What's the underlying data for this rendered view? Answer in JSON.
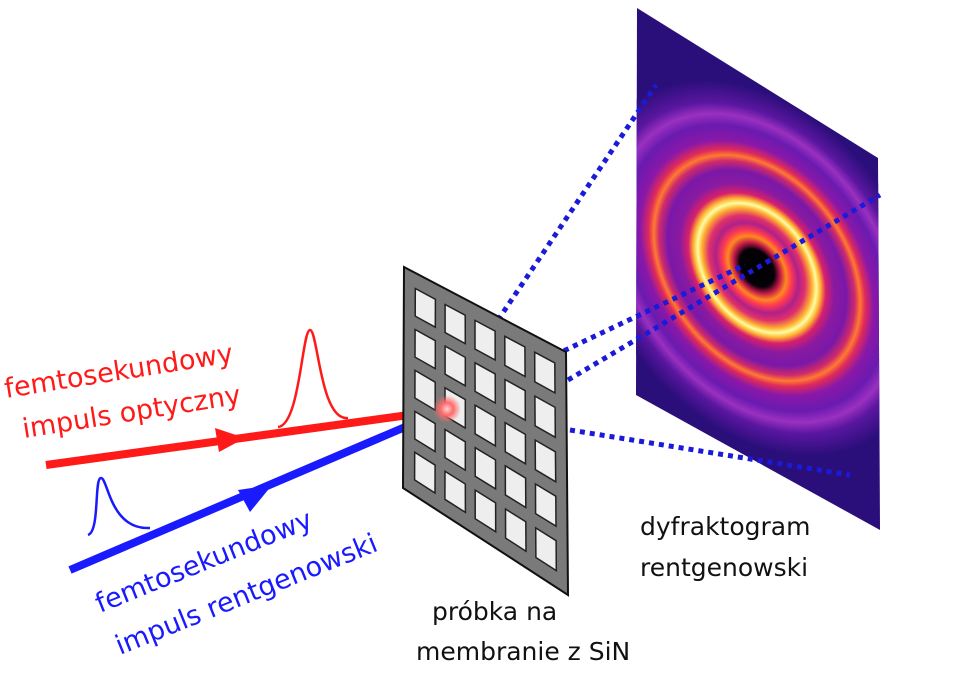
{
  "labels": {
    "optical_line1": "femtosekundowy",
    "optical_line2": "impuls optyczny",
    "xray_line1": "femtosekundowy",
    "xray_line2": "impuls rentgenowski",
    "sample_line1": "próbka na",
    "sample_line2": "membranie z SiN",
    "pattern_line1": "dyfraktogram",
    "pattern_line2": "rentgenowski"
  },
  "colors": {
    "optical": "#ff1a1a",
    "xray": "#1a1aff",
    "dotted": "#1a1ad8",
    "membrane": "#7a7a7a",
    "window": "#eeeeee",
    "detector_bg": "#2a0e7a",
    "spot": "#ff6a6a"
  },
  "sample_grid": {
    "rows": 5,
    "cols": 5
  }
}
